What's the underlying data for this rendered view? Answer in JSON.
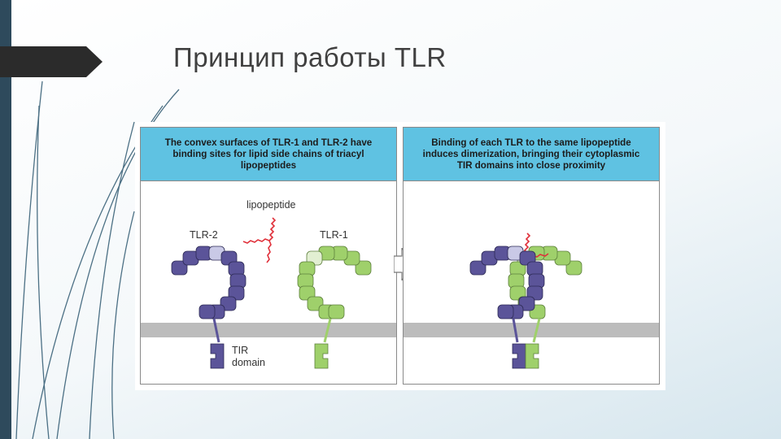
{
  "slide": {
    "title": "Принцип работы TLR"
  },
  "figure": {
    "left_panel": {
      "header": "The convex surfaces of TLR-1 and TLR-2 have\nbinding sites for lipid side chains of triacyl\nlipopeptides",
      "labels": {
        "lipopeptide": "lipopeptide",
        "tlr2": "TLR-2",
        "tlr1": "TLR-1",
        "tir_domain": "TIR\ndomain"
      }
    },
    "right_panel": {
      "header": "Binding of each TLR to the same lipopeptide\ninduces dimerization, bringing their cytoplasmic\nTIR domains into close proximity"
    }
  },
  "colors": {
    "tlr2": "#5b5499",
    "tlr2_light": "#c9c9e6",
    "tlr1": "#9fd06b",
    "tlr1_light": "#e2efd2",
    "lipopeptide": "#e0303a",
    "membrane": "#bcbcbc",
    "header": "#5fc2e2",
    "sidebar": "#2e4a5c"
  }
}
